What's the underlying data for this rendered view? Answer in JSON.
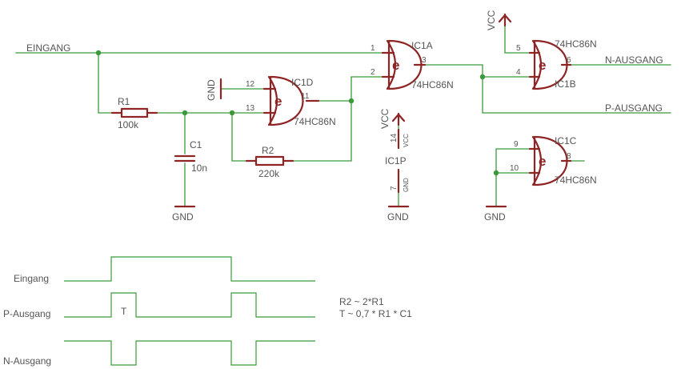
{
  "nets": {
    "input": "EINGANG",
    "n_output": "N-AUSGANG",
    "p_output": "P-AUSGANG"
  },
  "power": {
    "gnd": "GND",
    "vcc": "VCC",
    "pin_vcc": "VCC",
    "pin_gnd": "GND"
  },
  "gates": {
    "letter": "e",
    "ic1a": {
      "name": "IC1A",
      "value": "74HC86N",
      "pins": [
        "1",
        "2",
        "3"
      ]
    },
    "ic1b": {
      "name": "IC1B",
      "value": "74HC86N",
      "pins": [
        "5",
        "4",
        "6"
      ]
    },
    "ic1c": {
      "name": "IC1C",
      "value": "74HC86N",
      "pins": [
        "9",
        "10",
        "8"
      ]
    },
    "ic1d": {
      "name": "IC1D",
      "value": "74HC86N",
      "pins": [
        "12",
        "13",
        "11"
      ]
    },
    "ic1p": {
      "name": "IC1P",
      "pins": [
        "14",
        "7"
      ]
    }
  },
  "parts": {
    "r1": {
      "name": "R1",
      "value": "100k"
    },
    "r2": {
      "name": "R2",
      "value": "220k"
    },
    "c1": {
      "name": "C1",
      "value": "10n"
    }
  },
  "timing": {
    "signals": [
      "Eingang",
      "P-Ausgang",
      "N-Ausgang"
    ],
    "pulse_label": "T",
    "notes": [
      "R2 ~ 2*R1",
      "T ~ 0,7 * R1 * C1"
    ]
  }
}
